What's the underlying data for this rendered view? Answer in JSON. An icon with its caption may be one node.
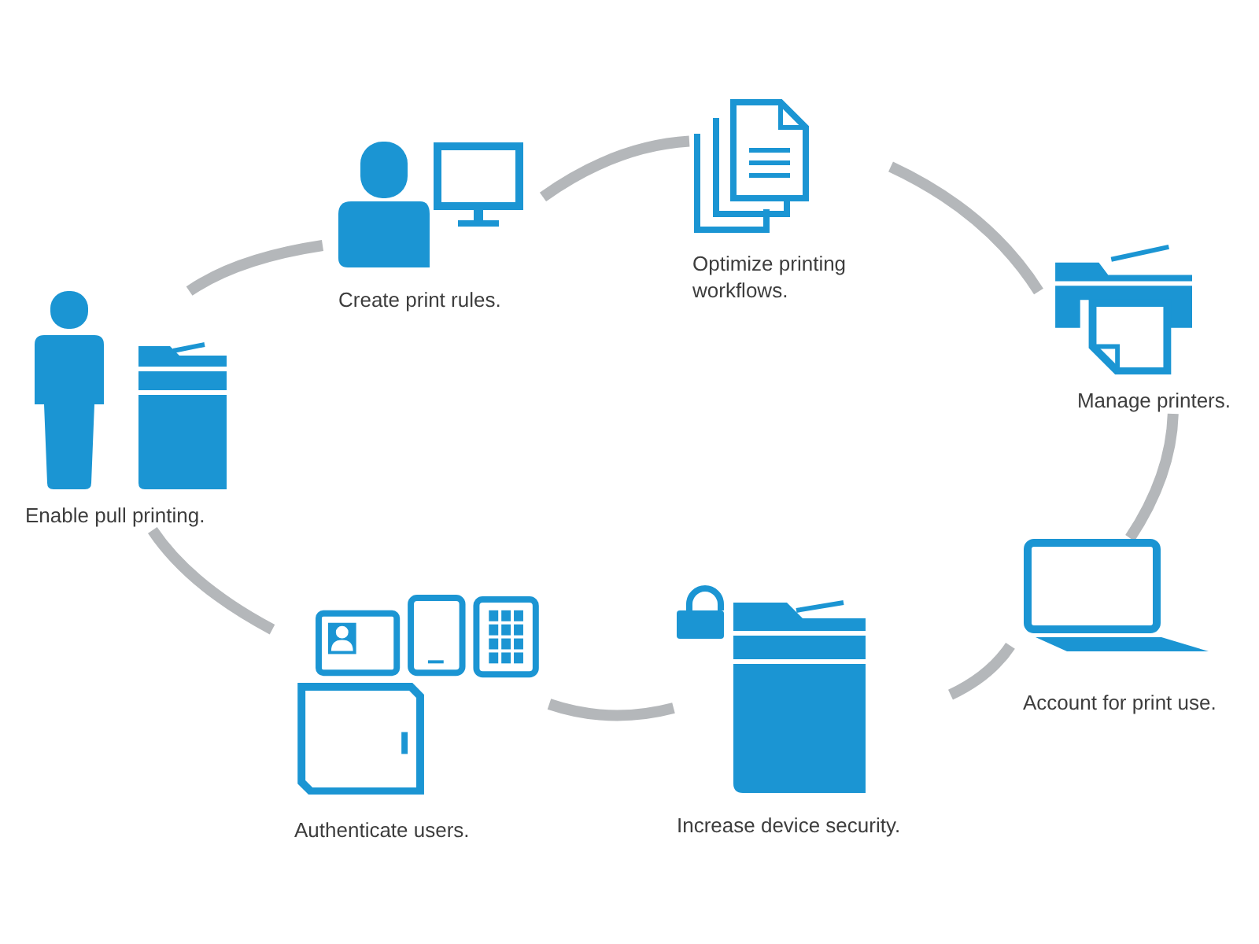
{
  "diagram": {
    "nodes": [
      {
        "text": [
          "Create print rules."
        ]
      },
      {
        "text": [
          "Optimize printing workflows."
        ]
      },
      {
        "text": [
          "Manage printers."
        ]
      },
      {
        "text": [
          "Account for print use."
        ]
      },
      {
        "text": [
          "Increase device security."
        ]
      },
      {
        "text": [
          "Authenticate users."
        ]
      },
      {
        "text": [
          "Enable pull printing."
        ]
      }
    ],
    "edges": [
      {
        "from": 6,
        "to": 0,
        "arrow": "none"
      },
      {
        "from": 0,
        "to": 1,
        "arrow": "none"
      },
      {
        "from": 1,
        "to": 2,
        "arrow": "none"
      },
      {
        "from": 2,
        "to": 3,
        "arrow": "none"
      },
      {
        "from": 3,
        "to": 4,
        "arrow": "none"
      },
      {
        "from": 4,
        "to": 5,
        "arrow": "none"
      },
      {
        "from": 5,
        "to": 6,
        "arrow": "none"
      }
    ]
  }
}
